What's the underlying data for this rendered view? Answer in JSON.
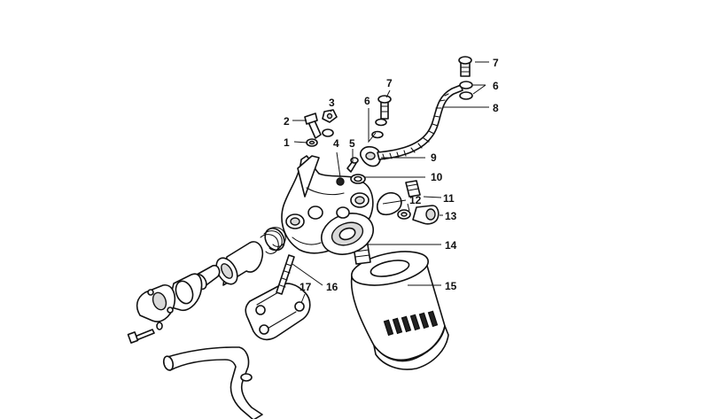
{
  "diagram": {
    "callouts": [
      {
        "id": "1",
        "text": "1"
      },
      {
        "id": "2",
        "text": "2"
      },
      {
        "id": "3",
        "text": "3"
      },
      {
        "id": "4",
        "text": "4"
      },
      {
        "id": "5",
        "text": "5"
      },
      {
        "id": "6a",
        "text": "6"
      },
      {
        "id": "6b",
        "text": "6"
      },
      {
        "id": "7a",
        "text": "7"
      },
      {
        "id": "7b",
        "text": "7"
      },
      {
        "id": "8",
        "text": "8"
      },
      {
        "id": "9",
        "text": "9"
      },
      {
        "id": "10",
        "text": "10"
      },
      {
        "id": "11",
        "text": "11"
      },
      {
        "id": "12",
        "text": "12"
      },
      {
        "id": "13",
        "text": "13"
      },
      {
        "id": "14",
        "text": "14"
      },
      {
        "id": "15",
        "text": "15"
      },
      {
        "id": "16",
        "text": "16"
      },
      {
        "id": "17",
        "text": "17"
      }
    ]
  }
}
